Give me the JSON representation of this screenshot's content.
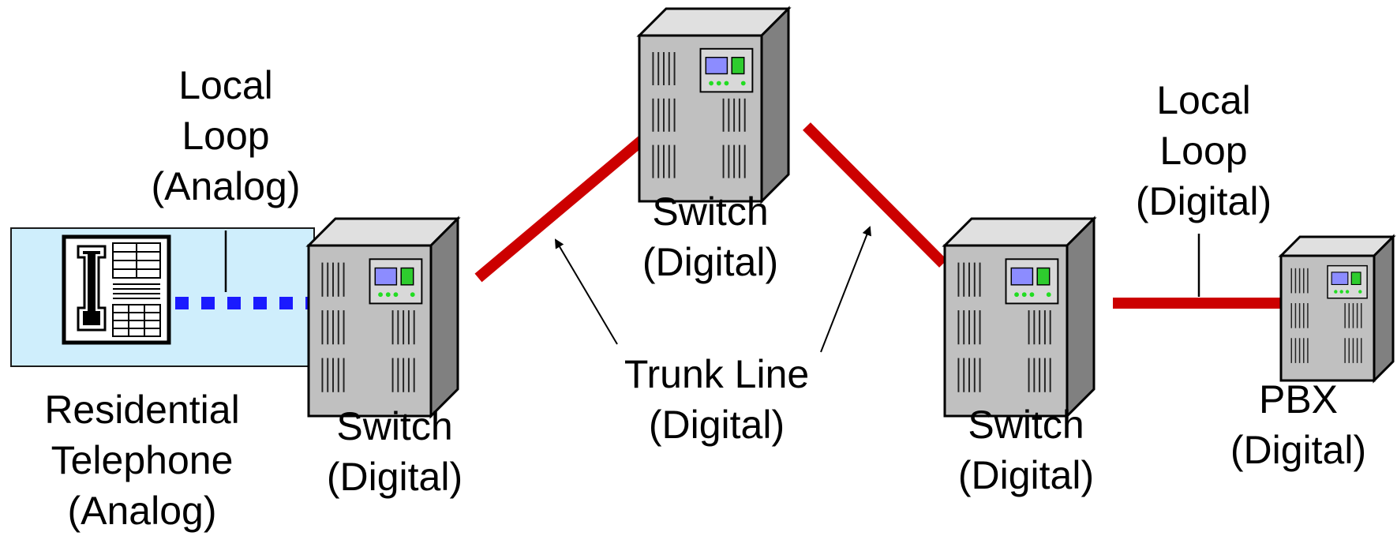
{
  "colors": {
    "trunk_line": "#cc0000",
    "analog_loop": "#1a1aff",
    "phone_panel": "#cfeefc",
    "switch_body": "#c0c0c0",
    "screen_blue": "#8c8cff",
    "screen_green": "#2ecc2e",
    "led_green": "#22dd22"
  },
  "nodes": {
    "residential_telephone": {
      "icon": "telephone-icon",
      "label": [
        "Residential",
        "Telephone",
        "(Analog)"
      ]
    },
    "switch_left": {
      "icon": "switch-icon",
      "label": [
        "Switch",
        "(Digital)"
      ]
    },
    "switch_top": {
      "icon": "switch-icon",
      "label": [
        "Switch",
        "(Digital)"
      ]
    },
    "switch_right": {
      "icon": "switch-icon",
      "label": [
        "Switch",
        "(Digital)"
      ]
    },
    "pbx": {
      "icon": "pbx-icon",
      "label": [
        "PBX",
        "(Digital)"
      ]
    }
  },
  "links": {
    "local_loop_analog": {
      "label": [
        "Local",
        "Loop",
        "(Analog)"
      ]
    },
    "trunk_line_digital": {
      "label": [
        "Trunk Line",
        "(Digital)"
      ]
    },
    "local_loop_digital": {
      "label": [
        "Local",
        "Loop",
        "(Digital)"
      ]
    }
  }
}
